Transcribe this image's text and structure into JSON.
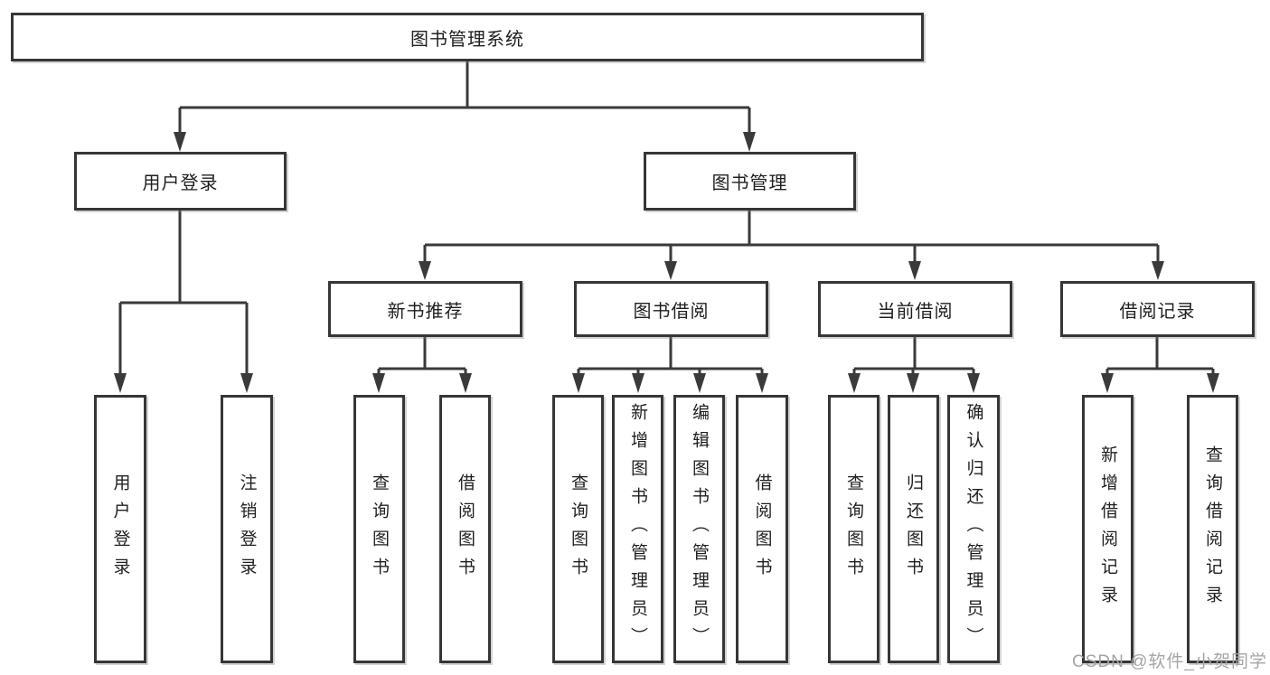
{
  "diagram": {
    "type": "tree",
    "background": "#ffffff",
    "line_color": "#3a3a3a",
    "box_border_color": "#363636",
    "text_color": "#1f1f1f",
    "root": {
      "label": "图书管理系统"
    },
    "level2": [
      {
        "label": "用户登录",
        "parent": "图书管理系统"
      },
      {
        "label": "图书管理",
        "parent": "图书管理系统"
      }
    ],
    "level3": [
      {
        "label": "新书推荐",
        "parent": "图书管理"
      },
      {
        "label": "图书借阅",
        "parent": "图书管理"
      },
      {
        "label": "当前借阅",
        "parent": "图书管理"
      },
      {
        "label": "借阅记录",
        "parent": "图书管理"
      }
    ],
    "leaves": [
      {
        "label": "用户登录",
        "parent": "用户登录"
      },
      {
        "label": "注销登录",
        "parent": "用户登录"
      },
      {
        "label": "查询图书",
        "parent": "新书推荐"
      },
      {
        "label": "借阅图书",
        "parent": "新书推荐"
      },
      {
        "label": "查询图书",
        "parent": "图书借阅"
      },
      {
        "label": "新增图书（管理员）",
        "parent": "图书借阅"
      },
      {
        "label": "编辑图书（管理员）",
        "parent": "图书借阅"
      },
      {
        "label": "借阅图书",
        "parent": "图书借阅"
      },
      {
        "label": "查询图书",
        "parent": "当前借阅"
      },
      {
        "label": "归还图书",
        "parent": "当前借阅"
      },
      {
        "label": "确认归还（管理员）",
        "parent": "当前借阅"
      },
      {
        "label": "新增借阅记录",
        "parent": "借阅记录"
      },
      {
        "label": "查询借阅记录",
        "parent": "借阅记录"
      }
    ],
    "watermark": {
      "text": "CSDN @软件_小贺同学",
      "color": "#a5a5a5"
    }
  }
}
